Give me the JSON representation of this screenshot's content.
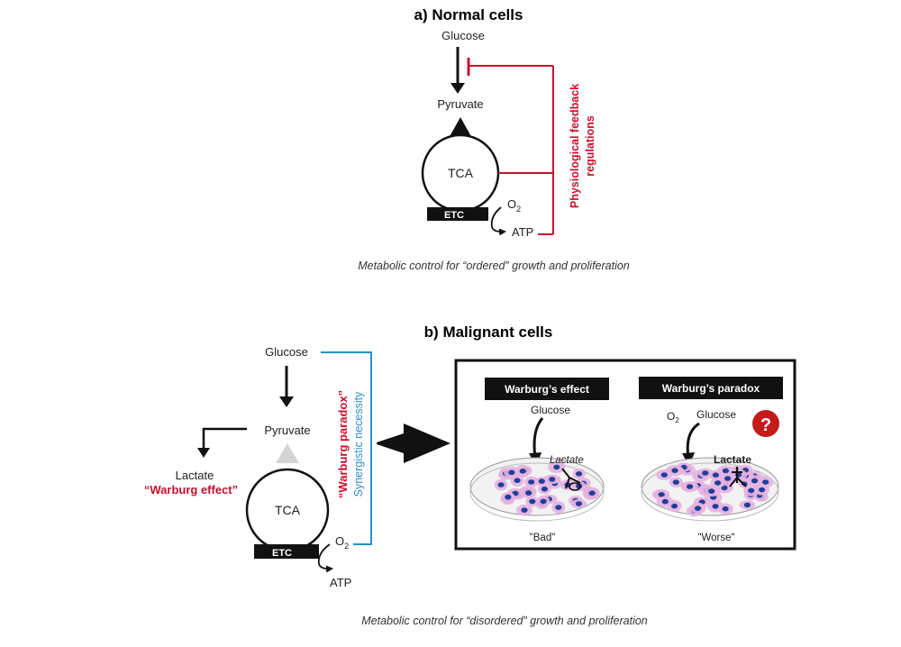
{
  "panel_a": {
    "title": "a)  Normal cells",
    "glucose": "Glucose",
    "pyruvate": "Pyruvate",
    "tca": "TCA",
    "etc": "ETC",
    "o2": "O",
    "o2_sub": "2",
    "atp": "ATP",
    "feedback_line1": "Physiological feedback",
    "feedback_line2": "regulations",
    "caption": "Metabolic control for “ordered” growth and proliferation"
  },
  "panel_b": {
    "title": "b) Malignant cells",
    "glucose": "Glucose",
    "pyruvate": "Pyruvate",
    "lactate": "Lactate",
    "warburg_effect": "“Warburg effect”",
    "tca": "TCA",
    "etc": "ETC",
    "o2": "O",
    "o2_sub": "2",
    "atp": "ATP",
    "paradox_label": "“Warburg paradox”",
    "synergistic_label": "Synergistic necessity",
    "caption": "Metabolic control for “disordered” growth and proliferation",
    "inset": {
      "effect_box": "Warburg’s effect",
      "paradox_box": "Warburg’s paradox",
      "left_glucose": "Glucose",
      "left_lactate": "Lactate",
      "left_caption": "\"Bad\"",
      "right_o2": "O",
      "right_o2_sub": "2",
      "right_glucose": "Glucose",
      "right_lactate": "Lactate",
      "right_caption": "\"Worse\"",
      "question_mark": "?"
    }
  },
  "colors": {
    "feedback_red": "#c8102e",
    "synergy_blue": "#2a8fc7",
    "cell_pink": "#e4b3e0",
    "nucleus_blue": "#1f3f9a",
    "question_red": "#c41a1a"
  }
}
